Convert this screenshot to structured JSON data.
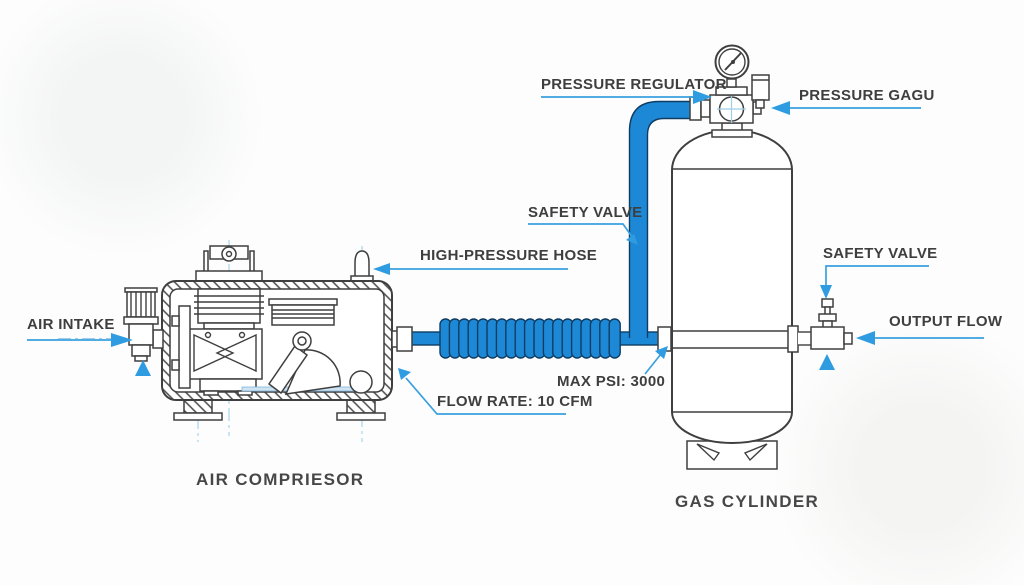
{
  "diagram_type": "pneumatic-system-schematic",
  "labels": {
    "air_intake": "AIR INTAKE",
    "high_pressure_hose": "HIGH-PRESSURE HOSE",
    "safety_valve_left": "SAFETY VALVE",
    "pressure_regulator": "PRESSURE REGULATOR",
    "pressure_gauge": "PRESSURE GAGU",
    "safety_valve_right": "SAFETY VALVE",
    "output_flow": "OUTPUT FLOW",
    "max_psi": "MAX PSI: 3000",
    "flow_rate": "FLOW RATE: 10 CFM",
    "air_compressor": "AIR COMPRIESOR",
    "gas_cylinder": "GAS CYLINDER"
  },
  "colors": {
    "hose_blue": "#1d89d6",
    "leader_blue": "#3aa0e0",
    "centerline_blue": "#9fcfe8",
    "line_dark": "#3f3f3f",
    "text_dark": "#3e3e3e",
    "background": "#fdfdfd"
  }
}
